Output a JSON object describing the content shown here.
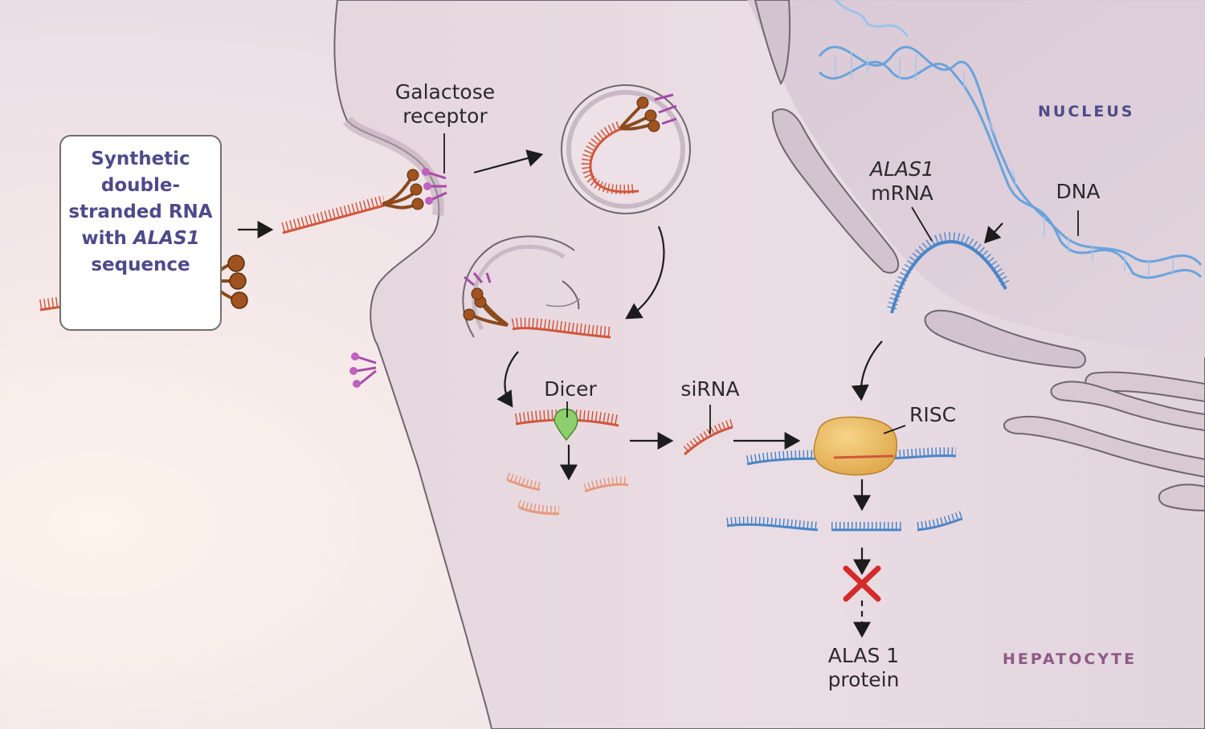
{
  "callout": {
    "line1": "Synthetic",
    "line2": "double-",
    "line3": "stranded RNA",
    "line4_prefix": "with ",
    "line4_italic": "ALAS1",
    "line5": "sequence"
  },
  "labels": {
    "galactose_line1": "Galactose",
    "galactose_line2": "receptor",
    "nucleus": "NUCLEUS",
    "alas1_mrna_italic": "ALAS1",
    "alas1_mrna_line2": "mRNA",
    "dna": "DNA",
    "dicer": "Dicer",
    "sirna": "siRNA",
    "risc": "RISC",
    "protein_line1": "ALAS 1",
    "protein_line2": "protein",
    "hepatocyte": "HEPATOCYTE"
  },
  "colors": {
    "rna": "#d0573c",
    "mrna": "#4a86c8",
    "ligand": "#8b4a1e",
    "receptor": "#a84aa8",
    "cell": "#e9dbe2",
    "nucleus": "#ddcfd9",
    "label_purple": "#4f4a8a",
    "label_mauve": "#8e5a86",
    "block": "#d42a2a"
  }
}
